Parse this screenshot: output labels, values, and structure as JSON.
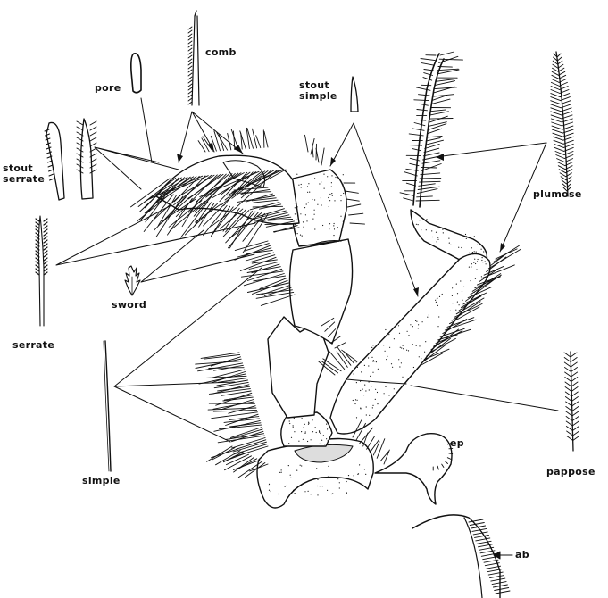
{
  "labels": {
    "pore": "pore",
    "comb": "comb",
    "stout_simple_line1": "stout",
    "stout_simple_line2": "simple",
    "stout_serrate_line1": "stout",
    "stout_serrate_line2": "serrate",
    "plumose": "plumose",
    "sword": "sword",
    "serrate": "serrate",
    "simple": "simple",
    "pappose": "pappose",
    "ep": "ep",
    "ab": "ab"
  },
  "colors": {
    "ink": "#111111",
    "background": "#ffffff"
  }
}
